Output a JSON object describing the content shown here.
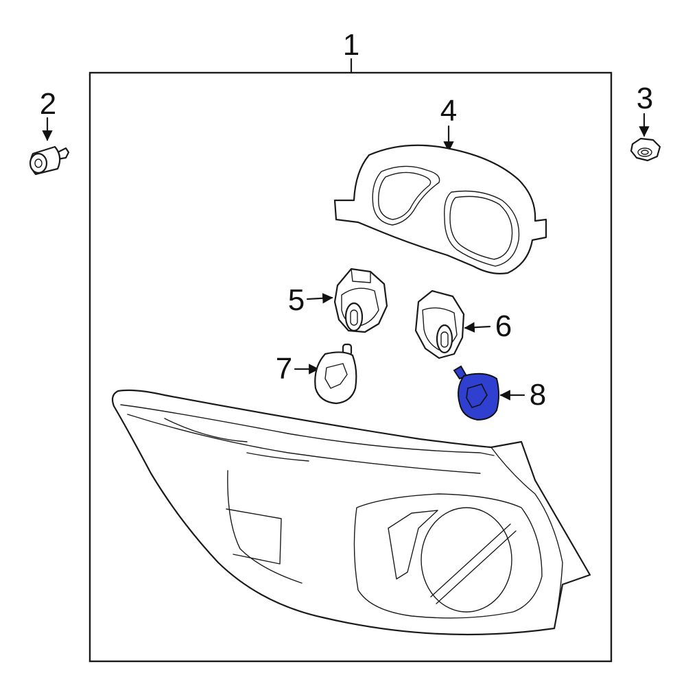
{
  "diagram": {
    "callouts": [
      {
        "id": "1",
        "label": "1"
      },
      {
        "id": "2",
        "label": "2"
      },
      {
        "id": "3",
        "label": "3"
      },
      {
        "id": "4",
        "label": "4"
      },
      {
        "id": "5",
        "label": "5"
      },
      {
        "id": "6",
        "label": "6"
      },
      {
        "id": "7",
        "label": "7"
      },
      {
        "id": "8",
        "label": "8"
      }
    ],
    "highlight": {
      "part": "8",
      "color": "#2f3fd0"
    },
    "line_color": "#1a1a1a",
    "background": "#ffffff"
  }
}
